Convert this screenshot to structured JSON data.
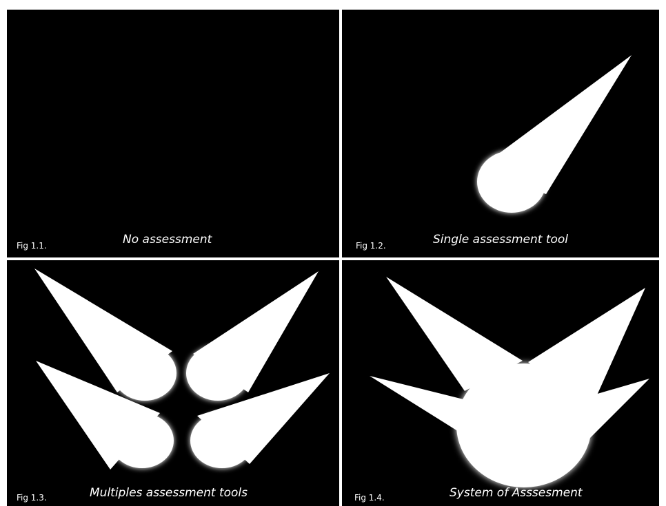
{
  "panels": [
    {
      "figure_label": "Fig 1.1.",
      "caption": "No assessment"
    },
    {
      "figure_label": "Fig 1.2.",
      "caption": "Single assessment tool"
    },
    {
      "figure_label": "Fig 1.3.",
      "caption": "Multiples assessment tools"
    },
    {
      "figure_label": "Fig 1.4.",
      "caption": "System of Asssesment"
    }
  ],
  "colors": {
    "background": "#000000",
    "light": "#ffffff",
    "frame": "#ffffff"
  }
}
